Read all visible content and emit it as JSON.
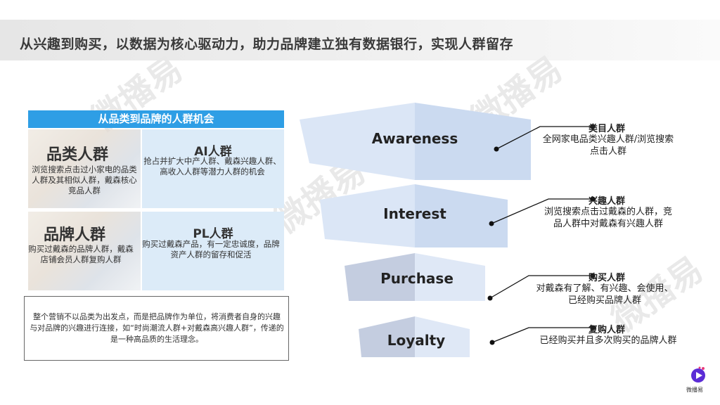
{
  "header": {
    "title": "从兴趣到购买，以数据为核心驱动力，助力品牌建立独有数据银行，实现人群留存"
  },
  "left_panel": {
    "heading": "从品类到品牌的人群机会",
    "row1": {
      "big_label": "品类人群",
      "big_desc": "浏览搜索点击过小家电的品类人群及其相似人群，戴森核心竞品人群",
      "mid_title": "AI人群",
      "mid_desc": "抢占并扩大中产人群、戴森兴趣人群、高收入人群等潜力人群的机会"
    },
    "row2": {
      "big_label": "品牌人群",
      "big_desc": "购买过戴森的品牌人群，戴森店铺会员人群复购人群",
      "mid_title": "PL人群",
      "mid_desc": "购买过戴森产品，有一定忠诚度，品牌资产人群的留存和促活"
    },
    "note": "整个营销不以品类为出发点，而是把品牌作为单位，将消费者自身的兴趣与对品牌的兴趣进行连接，如“时尚潮流人群+对戴森高兴趣人群”，传递的是一种高品质的生活理念。"
  },
  "funnel": {
    "stages": [
      "Awareness",
      "Interest",
      "Purchase",
      "Loyalty"
    ],
    "colors": {
      "light": "#dde8f7",
      "mid": "#c9d8f0",
      "dark": "#b9c7df"
    }
  },
  "right_labels": [
    {
      "title": "类目人群",
      "desc_line1": "全网家电品类兴趣人群/浏览搜索",
      "desc_line2": "点击人群"
    },
    {
      "title": "兴趣人群",
      "desc_line1": "浏览搜索点击过戴森的人群，竞",
      "desc_line2": "品人群中对戴森有兴趣人群"
    },
    {
      "title": "购买人群",
      "desc_line1": "对戴森有了解、有兴趣、会使用、",
      "desc_line2": "已经购买品牌人群"
    },
    {
      "title": "复购人群",
      "desc_line1": "已经购买并且多次购买的品牌人群",
      "desc_line2": ""
    }
  ],
  "watermark": {
    "text": "微播易"
  },
  "logo": {
    "text": "微播易",
    "icon": "play-logo-icon"
  }
}
